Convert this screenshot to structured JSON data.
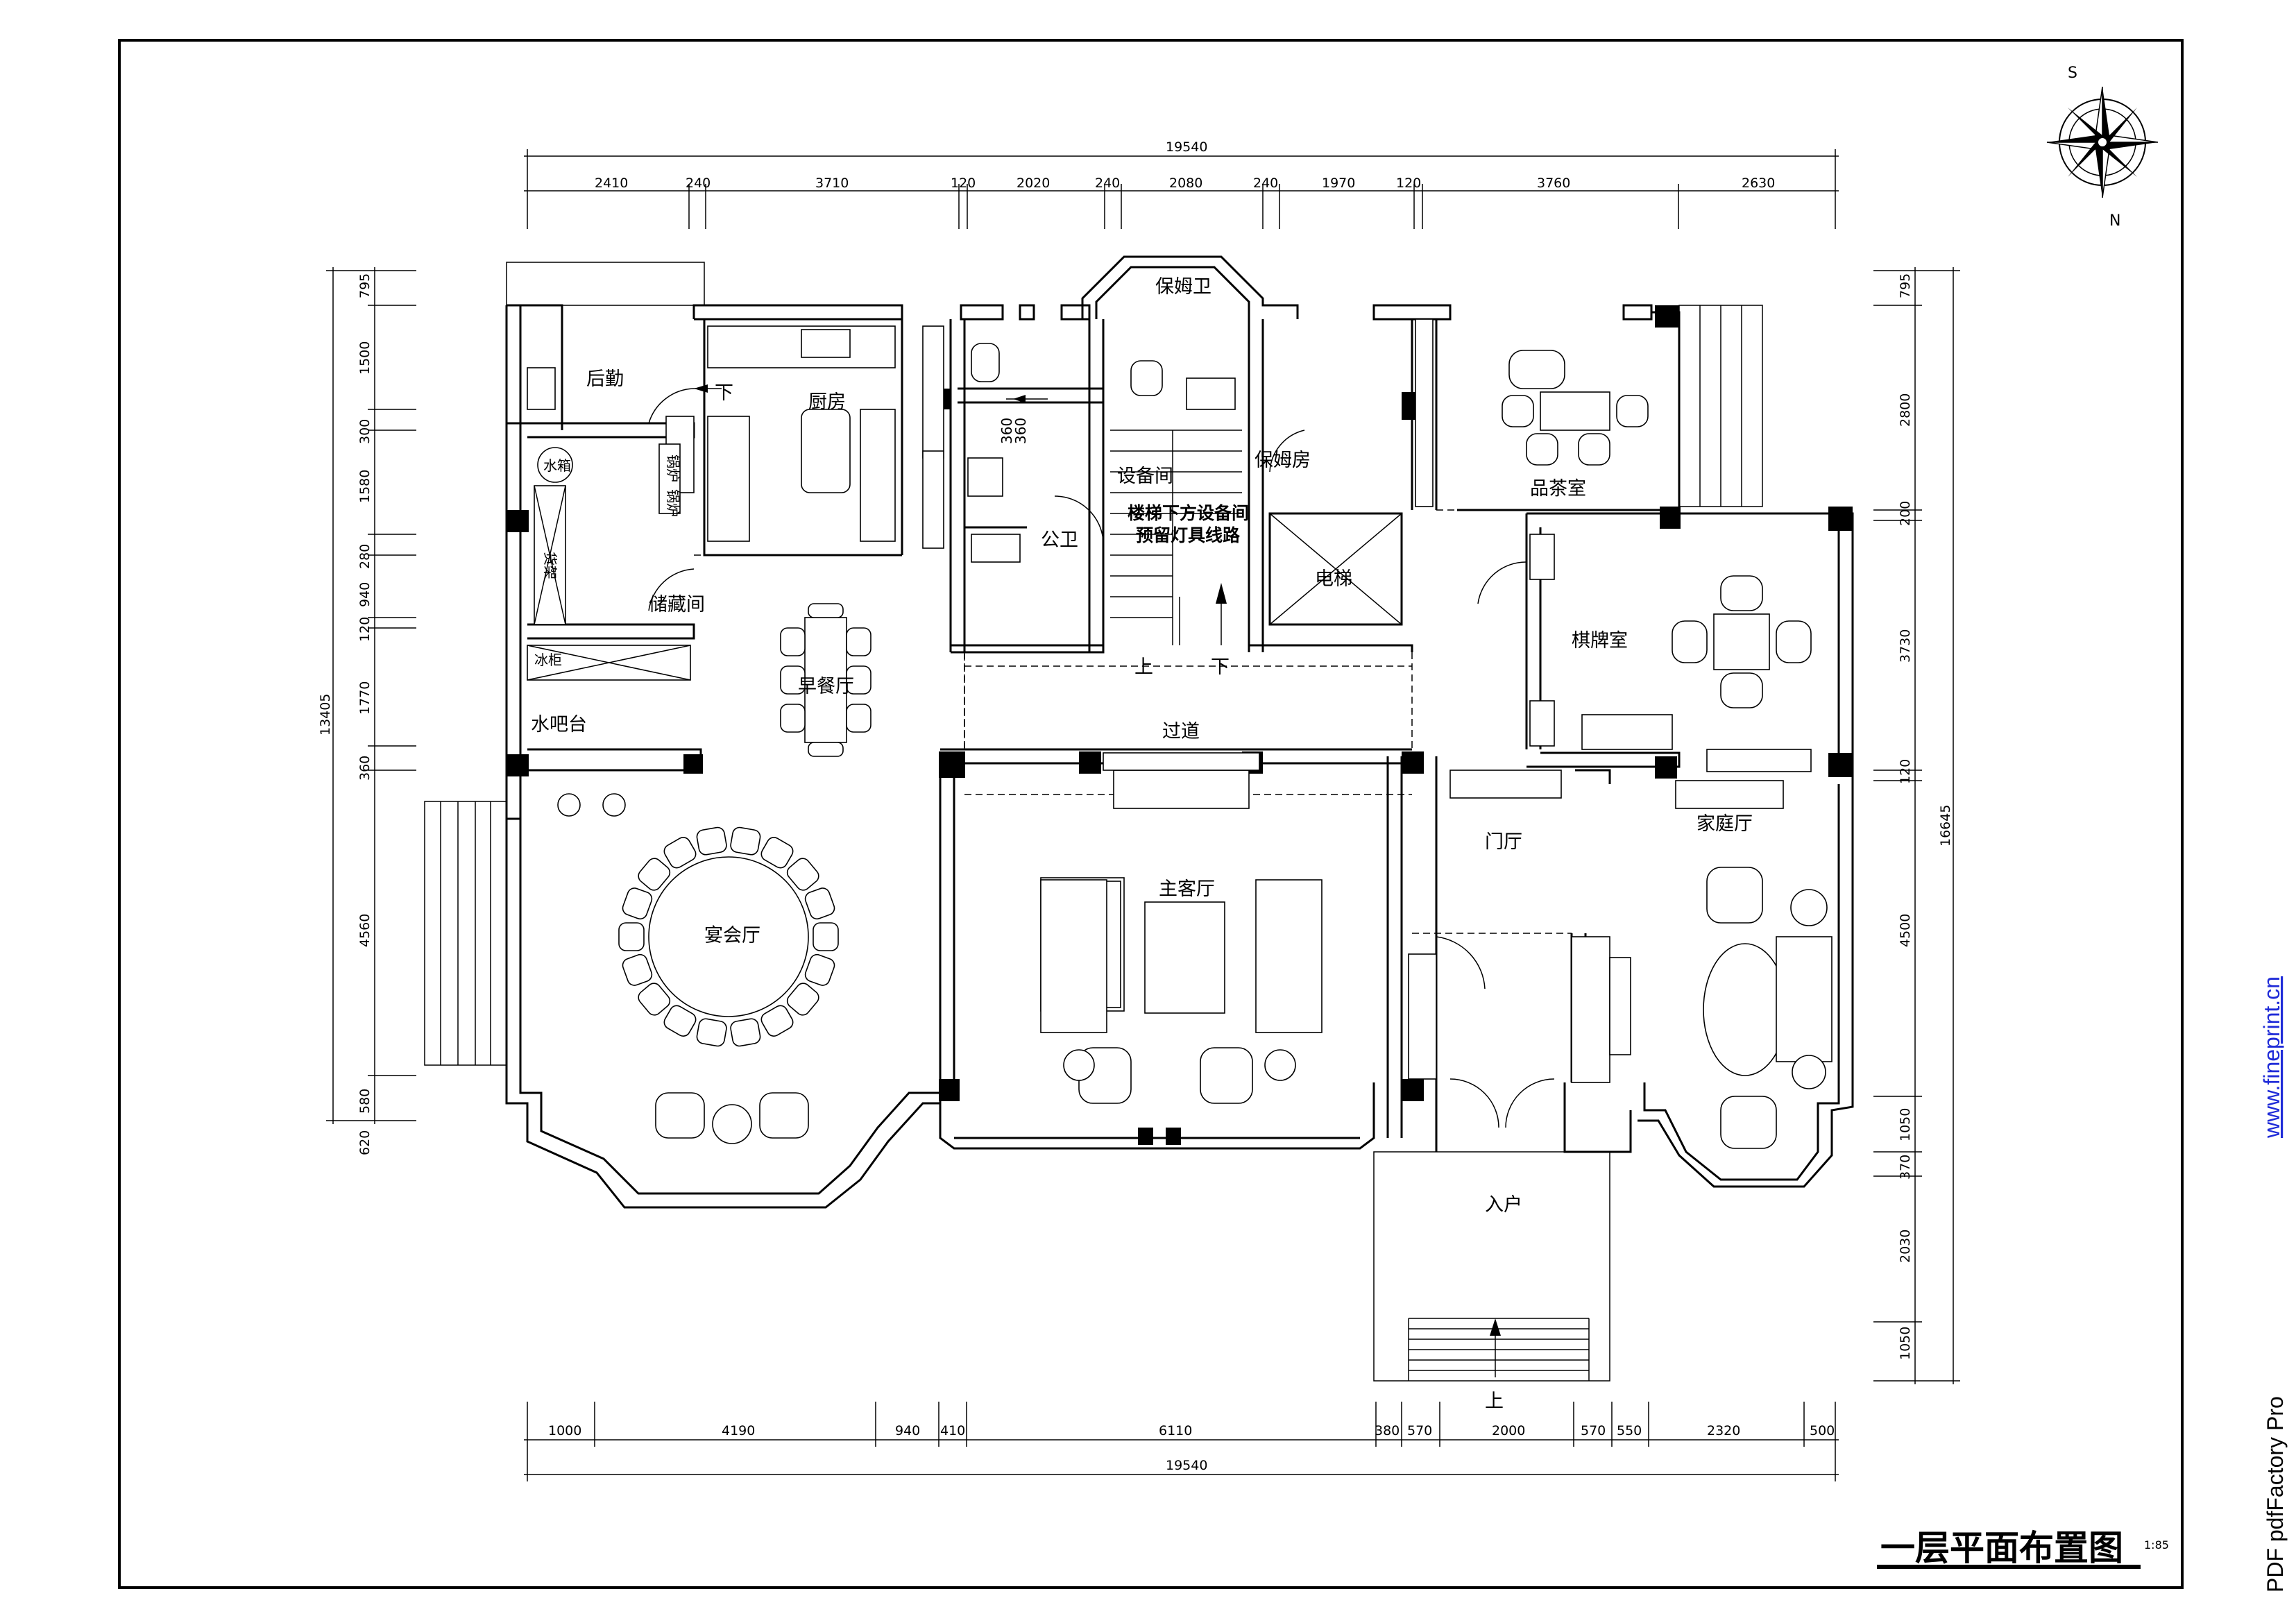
{
  "title": "一层平面布置图",
  "scale": "1:85",
  "compass": {
    "south_label": "S",
    "north_label": "N"
  },
  "dimensions": {
    "top_total": "19540",
    "top_segments": [
      "2410",
      "240",
      "3710",
      "120",
      "2020",
      "240",
      "2080",
      "240",
      "1970",
      "120",
      "3760",
      "2630"
    ],
    "bottom_total": "19540",
    "bottom_segments": [
      "1000",
      "4190",
      "940",
      "410",
      "6110",
      "380",
      "570",
      "2000",
      "570",
      "550",
      "2320",
      "500"
    ],
    "left_total": "13405",
    "left_segments": [
      "795",
      "1500",
      "300",
      "1580",
      "280",
      "940",
      "120",
      "1770",
      "360",
      "4560",
      "580",
      "620"
    ],
    "right_total": "16645",
    "right_segments": [
      "795",
      "2800",
      "200",
      "3730",
      "120",
      "4500",
      "1050",
      "370",
      "2030",
      "1050"
    ]
  },
  "rooms": {
    "back_service": "后勤",
    "kitchen": "厨房",
    "nanny_bath": "保姆卫",
    "tea_room": "品茶室",
    "equipment_room": "设备间",
    "nanny_room": "保姆房",
    "public_wc": "公卫",
    "elevator": "电梯",
    "storage": "储藏间",
    "breakfast": "早餐厅",
    "chess_room": "棋牌室",
    "fridge": "冰柜",
    "water_bar": "水吧台",
    "corridor": "过道",
    "banquet": "宴会厅",
    "living": "主客厅",
    "foyer": "门厅",
    "family": "家庭厅",
    "entry": "入户",
    "water_tank": "水箱",
    "stove1": "锅炉",
    "stove2": "锅炉",
    "shelf": "货架"
  },
  "notes": {
    "stair_note_1": "楼梯下方设备间",
    "stair_note_2": "预留灯具线路",
    "dim_360": "360",
    "up1": "上",
    "down1": "下",
    "down2": "下",
    "up_entry": "上"
  },
  "watermark": {
    "url": "www.fineprint.cn",
    "product": "PDF  pdfFactory Pro",
    "url_color": "#1f2bd8",
    "product_color": "#000000"
  }
}
